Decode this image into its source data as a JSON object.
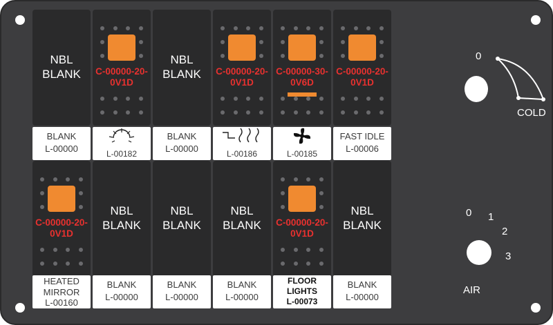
{
  "switches_top": [
    {
      "text": "NBL\nBLANK"
    },
    {
      "code": "C-00000-20-\n0V1D"
    },
    {
      "text": "NBL\nBLANK"
    },
    {
      "code": "C-00000-20-\n0V1D"
    },
    {
      "code": "C-00000-30-\n0V6D"
    },
    {
      "code": "C-00000-20-\n0V1D"
    }
  ],
  "labels_top": [
    {
      "text": "BLANK\nL-00000"
    },
    {
      "icon": "sun-icon",
      "code": "L-00182"
    },
    {
      "text": "BLANK\nL-00000"
    },
    {
      "icon": "heat-waves-icon",
      "code": "L-00186"
    },
    {
      "icon": "fan-icon",
      "code": "L-00185"
    },
    {
      "text": "FAST IDLE\nL-00006"
    }
  ],
  "switches_bottom": [
    {
      "code": "C-00000-20-\n0V1D"
    },
    {
      "text": "NBL\nBLANK"
    },
    {
      "text": "NBL\nBLANK"
    },
    {
      "text": "NBL\nBLANK"
    },
    {
      "code": "C-00000-20-\n0V1D"
    },
    {
      "text": "NBL\nBLANK"
    }
  ],
  "labels_bottom": [
    {
      "text": "HEATED\nMIRROR\nL-00160"
    },
    {
      "text": "BLANK\nL-00000"
    },
    {
      "text": "BLANK\nL-00000"
    },
    {
      "text": "BLANK\nL-00000"
    },
    {
      "text": "FLOOR\nLIGHTS\nL-00073",
      "bold": true
    },
    {
      "text": "BLANK\nL-00000"
    }
  ],
  "temp_knob": {
    "zero": "0",
    "label": "COLD"
  },
  "air_knob": {
    "ticks": [
      "0",
      "1",
      "2",
      "3"
    ],
    "label": "AIR"
  },
  "colors": {
    "panel": "#3d3d3f",
    "switch": "#2a2a2b",
    "lamp": "#f08a30",
    "code": "#e8312f"
  }
}
